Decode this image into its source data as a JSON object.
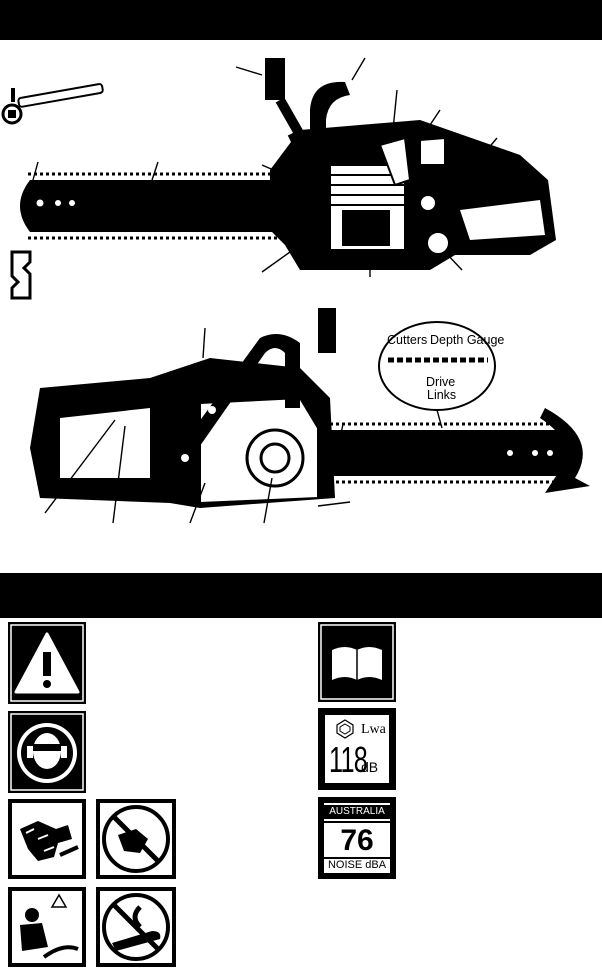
{
  "header_bars": [
    "",
    ""
  ],
  "chain_labels": {
    "cutters": "Cutters",
    "depth_gauge": "Depth Gauge",
    "drive": "Drive",
    "links": "Links"
  },
  "safety_symbols": [
    {
      "icon": "warning-triangle-icon"
    },
    {
      "icon": "manual-book-icon"
    },
    {
      "icon": "eye-ear-protection-icon"
    },
    {
      "icon": "sound-power-icon",
      "lwa_label": "Lwa",
      "value": "118",
      "unit": "dB"
    },
    {
      "icon": "two-hands-icon"
    },
    {
      "icon": "no-one-hand-icon"
    },
    {
      "icon": "noise-rating-icon",
      "region": "AUSTRALIA",
      "value": "76",
      "unit": "NOISE dBA"
    },
    {
      "icon": "kickback-warning-icon"
    },
    {
      "icon": "no-bar-nose-contact-icon"
    }
  ],
  "colors": {
    "ink": "#000000",
    "paper": "#ffffff"
  }
}
